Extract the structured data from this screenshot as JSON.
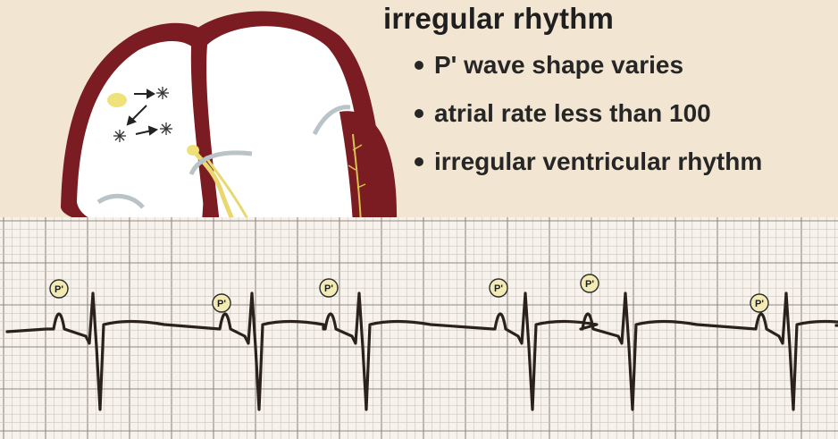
{
  "title": "irregular rhythm",
  "bullets": [
    {
      "text": "P' wave shape varies"
    },
    {
      "text": "atrial rate less than 100"
    },
    {
      "text": "irregular ventricular rhythm"
    }
  ],
  "p_wave_label": "P'",
  "colors": {
    "background": "#f2e6d2",
    "myocardium": "#7a1c22",
    "chamber": "#ffffff",
    "ecg_paper": "#f7f3ec",
    "ecg_grid": "#b9b4ad",
    "ecg_trace": "#2a211c",
    "marker_fill": "#f3ebb6",
    "ectopic_foci": "#f0e27a"
  },
  "icons": [
    "heart-diagram",
    "ectopic-focus-icon",
    "arrow-icon"
  ]
}
